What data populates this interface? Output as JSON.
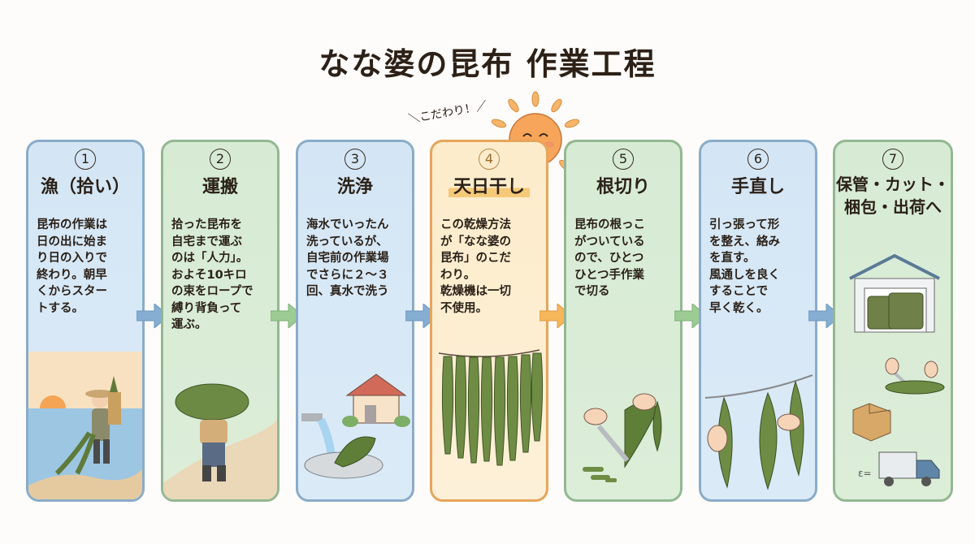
{
  "title": "なな婆の昆布 作業工程",
  "highlight_tag": "＼こだわり！／",
  "colors": {
    "blue_card": "#d4e6f5",
    "green_card": "#d7ebd4",
    "orange_card": "#fdeccb",
    "blue_border": "#8aacc9",
    "green_border": "#93b892",
    "orange_border": "#e6a55a"
  },
  "steps": [
    {
      "num": "1",
      "title": "漁（拾い）",
      "text": "昆布の作業は\n日の出に始ま\nり日の入りで\n終わり。朝早\nくからスター\nトする。",
      "illustration": "person-collecting-kelp-at-sunrise"
    },
    {
      "num": "2",
      "title": "運搬",
      "text": "拾った昆布を\n自宅まで運ぶ\nのは「人力」。\nおよそ10キロ\nの束をロープで\n縛り背負って\n運ぶ。",
      "illustration": "person-carrying-kelp-bundle"
    },
    {
      "num": "3",
      "title": "洗浄",
      "text": "海水でいったん\n洗っているが、\n自宅前の作業場\nでさらに２～３\n回、真水で洗う",
      "illustration": "washing-kelp-in-basin"
    },
    {
      "num": "4",
      "title": "天日干し",
      "text": "この乾燥方法\nが「なな婆の\n昆布」のこだ\nわり。\n乾燥機は一切\n不使用。",
      "illustration": "kelp-hanging-to-dry"
    },
    {
      "num": "5",
      "title": "根切り",
      "text": "昆布の根っこ\nがついている\nので、ひとつ\nひとつ手作業\nで切る",
      "illustration": "cutting-kelp-roots"
    },
    {
      "num": "6",
      "title": "手直し",
      "text": "引っ張って形\nを整え、絡み\nを直す。\n風通しを良く\nすることで\n早く乾く。",
      "illustration": "straightening-hanging-kelp"
    },
    {
      "num": "7",
      "title": "保管・カット・\n梱包・出荷へ",
      "text": "",
      "illustration": "storage-cut-box-truck"
    }
  ]
}
